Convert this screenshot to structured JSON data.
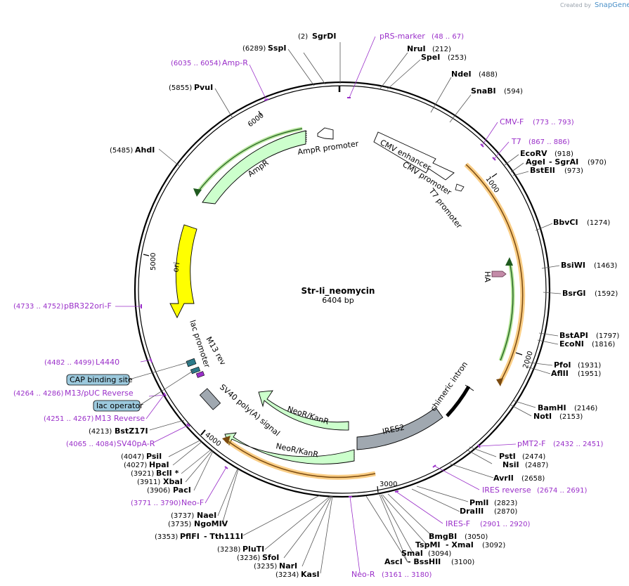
{
  "header": {
    "created_by": "Created by",
    "brand": "SnapGene"
  },
  "plasmid": {
    "name": "Str-Ii_neomycin",
    "size": "6404 bp",
    "length": 6404
  },
  "ticks": [
    "1000",
    "2000",
    "3000",
    "4000",
    "5000",
    "6000"
  ],
  "sites": [
    {
      "name": "SgrDI",
      "pos": "(2)"
    },
    {
      "name": "NruI",
      "pos": "(212)"
    },
    {
      "name": "SpeI",
      "pos": "(253)"
    },
    {
      "name": "NdeI",
      "pos": "(488)"
    },
    {
      "name": "SnaBI",
      "pos": "(594)"
    },
    {
      "name": "EcoRV",
      "pos": "(918)"
    },
    {
      "name": "AgeI",
      "pos": ""
    },
    {
      "name": "- SgrAI",
      "pos": "(970)"
    },
    {
      "name": "BstEII",
      "pos": "(973)"
    },
    {
      "name": "BbvCI",
      "pos": "(1274)"
    },
    {
      "name": "BsiWI",
      "pos": "(1463)"
    },
    {
      "name": "BsrGI",
      "pos": "(1592)"
    },
    {
      "name": "BstAPI",
      "pos": "(1797)"
    },
    {
      "name": "EcoNI",
      "pos": "(1816)"
    },
    {
      "name": "PfoI",
      "pos": "(1931)"
    },
    {
      "name": "AflII",
      "pos": "(1951)"
    },
    {
      "name": "BamHI",
      "pos": "(2146)"
    },
    {
      "name": "NotI",
      "pos": "(2153)"
    },
    {
      "name": "PstI",
      "pos": "(2474)"
    },
    {
      "name": "NsiI",
      "pos": "(2487)"
    },
    {
      "name": "AvrII",
      "pos": "(2658)"
    },
    {
      "name": "PmlI",
      "pos": "(2823)"
    },
    {
      "name": "DraIII",
      "pos": "(2870)"
    },
    {
      "name": "BmgBI",
      "pos": "(3050)"
    },
    {
      "name": "TspMI",
      "pos": ""
    },
    {
      "name": "- XmaI",
      "pos": "(3092)"
    },
    {
      "name": "SmaI",
      "pos": "(3094)"
    },
    {
      "name": "AscI",
      "pos": ""
    },
    {
      "name": "- BssHII",
      "pos": "(3100)"
    },
    {
      "name": "KasI",
      "pos": "(3234)"
    },
    {
      "name": "NarI",
      "pos": "(3235)"
    },
    {
      "name": "SfoI",
      "pos": "(3236)"
    },
    {
      "name": "PluTI",
      "pos": "(3238)"
    },
    {
      "name": "PflFI",
      "pos": "(3353)"
    },
    {
      "name": "- Tth111I",
      "pos": ""
    },
    {
      "name": "NgoMIV",
      "pos": "(3735)"
    },
    {
      "name": "NaeI",
      "pos": "(3737)"
    },
    {
      "name": "PacI",
      "pos": "(3906)"
    },
    {
      "name": "XbaI",
      "pos": "(3911)"
    },
    {
      "name": "BclI *",
      "pos": "(3921)"
    },
    {
      "name": "HpaI",
      "pos": "(4027)"
    },
    {
      "name": "PsiI",
      "pos": "(4047)"
    },
    {
      "name": "BstZ17I",
      "pos": "(4213)"
    },
    {
      "name": "AhdI",
      "pos": "(5485)"
    },
    {
      "name": "PvuI",
      "pos": "(5855)"
    },
    {
      "name": "SspI",
      "pos": "(6289)"
    }
  ],
  "primers": [
    {
      "name": "pRS-marker",
      "pos": "(48 .. 67)"
    },
    {
      "name": "CMV-F",
      "pos": "(773 .. 793)"
    },
    {
      "name": "T7",
      "pos": "(867 .. 886)"
    },
    {
      "name": "pMT2-F",
      "pos": "(2432 .. 2451)"
    },
    {
      "name": "IRES reverse",
      "pos": "(2674 .. 2691)"
    },
    {
      "name": "IRES-F",
      "pos": "(2901 .. 2920)"
    },
    {
      "name": "Neo-R",
      "pos": "(3161 .. 3180)"
    },
    {
      "name": "Neo-F",
      "pos": "(3771 .. 3790)"
    },
    {
      "name": "SV40pA-R",
      "pos": "(4065 .. 4084)"
    },
    {
      "name": "M13 Reverse",
      "pos": "(4251 .. 4267)"
    },
    {
      "name": "M13/pUC Reverse",
      "pos": "(4264 .. 4286)"
    },
    {
      "name": "L4440",
      "pos": "(4482 .. 4499)"
    },
    {
      "name": "pBR322ori-F",
      "pos": "(4733 .. 4752)"
    },
    {
      "name": "Amp-R",
      "pos": "(6035 .. 6054)"
    }
  ],
  "boxed_features": [
    {
      "name": "CAP binding site"
    },
    {
      "name": "lac operator"
    }
  ],
  "features": [
    {
      "name": "AmpR promoter"
    },
    {
      "name": "AmpR"
    },
    {
      "name": "CMV enhancer"
    },
    {
      "name": "CMV promoter"
    },
    {
      "name": "T7 promoter"
    },
    {
      "name": "HA"
    },
    {
      "name": "chimeric intron"
    },
    {
      "name": "IRES2"
    },
    {
      "name": "NeoR/KanR"
    },
    {
      "name": "NeoR/KanR"
    },
    {
      "name": "SV40 poly(A) signal"
    },
    {
      "name": "ori"
    },
    {
      "name": "lac promoter"
    },
    {
      "name": "M13 rev"
    }
  ],
  "colors": {
    "primer": "#9a2fc9",
    "amp": "#ccffcc",
    "ori": "#ffff00",
    "orange_track": "#f5a623",
    "green_line": "#1f7a1f",
    "ires": "#a0a8b0",
    "box_fill": "#9cc9dd"
  }
}
